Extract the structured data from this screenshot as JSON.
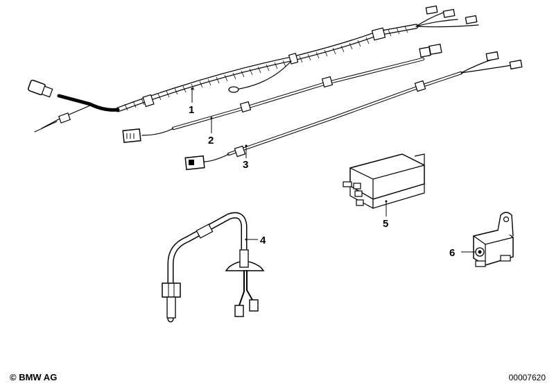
{
  "callouts": [
    {
      "id": "1",
      "label": "1"
    },
    {
      "id": "2",
      "label": "2"
    },
    {
      "id": "3",
      "label": "3"
    },
    {
      "id": "4",
      "label": "4"
    },
    {
      "id": "5",
      "label": "5"
    },
    {
      "id": "6",
      "label": "6"
    }
  ],
  "footer": {
    "copyright": "© BMW AG",
    "diagram_number": "00007620"
  }
}
